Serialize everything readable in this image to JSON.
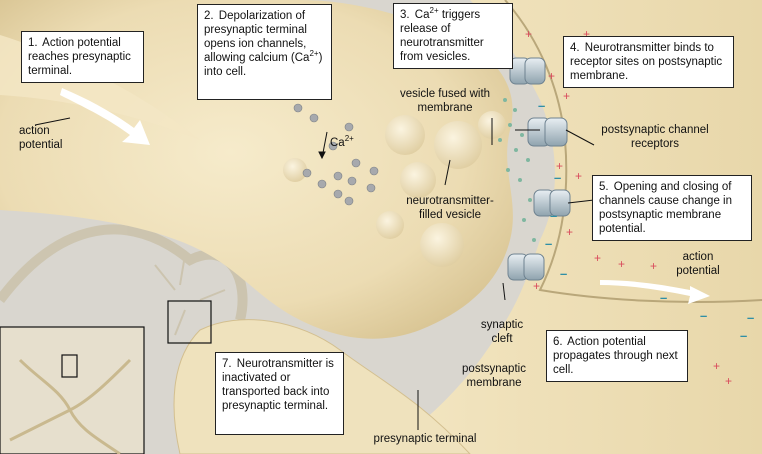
{
  "steps": [
    {
      "num": "1.",
      "text": "Action potential reaches presynaptic terminal."
    },
    {
      "num": "2.",
      "text_a": "Depolarization of presynaptic terminal opens ion channels, allowing calcium (Ca",
      "sup": "2+",
      "text_b": ") into cell."
    },
    {
      "num": "3.",
      "text_a": "Ca",
      "sup": "2+",
      "text_b": " triggers release of neurotransmitter from vesicles."
    },
    {
      "num": "4.",
      "text": "Neurotransmitter binds to receptor sites on postsynaptic membrane."
    },
    {
      "num": "5.",
      "text": "Opening and closing of channels cause change in postsynaptic membrane potential."
    },
    {
      "num": "6.",
      "text": "Action potential propagates through next cell."
    },
    {
      "num": "7.",
      "text": "Neurotransmitter is inactivated or transported back into presynaptic terminal."
    }
  ],
  "labels": {
    "action_potential_left": "action potential",
    "calcium_base": "Ca",
    "calcium_sup": "2+",
    "vesicle_fused": "vesicle fused with membrane",
    "nt_vesicle": "neurotransmitter-filled vesicle",
    "postsynaptic_receptors": "postsynaptic channel receptors",
    "action_potential_right": "action potential",
    "synaptic_cleft": "synaptic cleft",
    "postsynaptic_membrane": "postsynaptic membrane",
    "presynaptic_terminal": "presynaptic terminal"
  },
  "colors": {
    "cell": "#ede0bb",
    "cell_shadow": "#d7c69a",
    "background": "#d9d6cf",
    "charge_plus": "#d94b5c",
    "charge_minus": "#2f8fa6",
    "receptor": "#aab9c2",
    "arrow": "#ffffff"
  }
}
